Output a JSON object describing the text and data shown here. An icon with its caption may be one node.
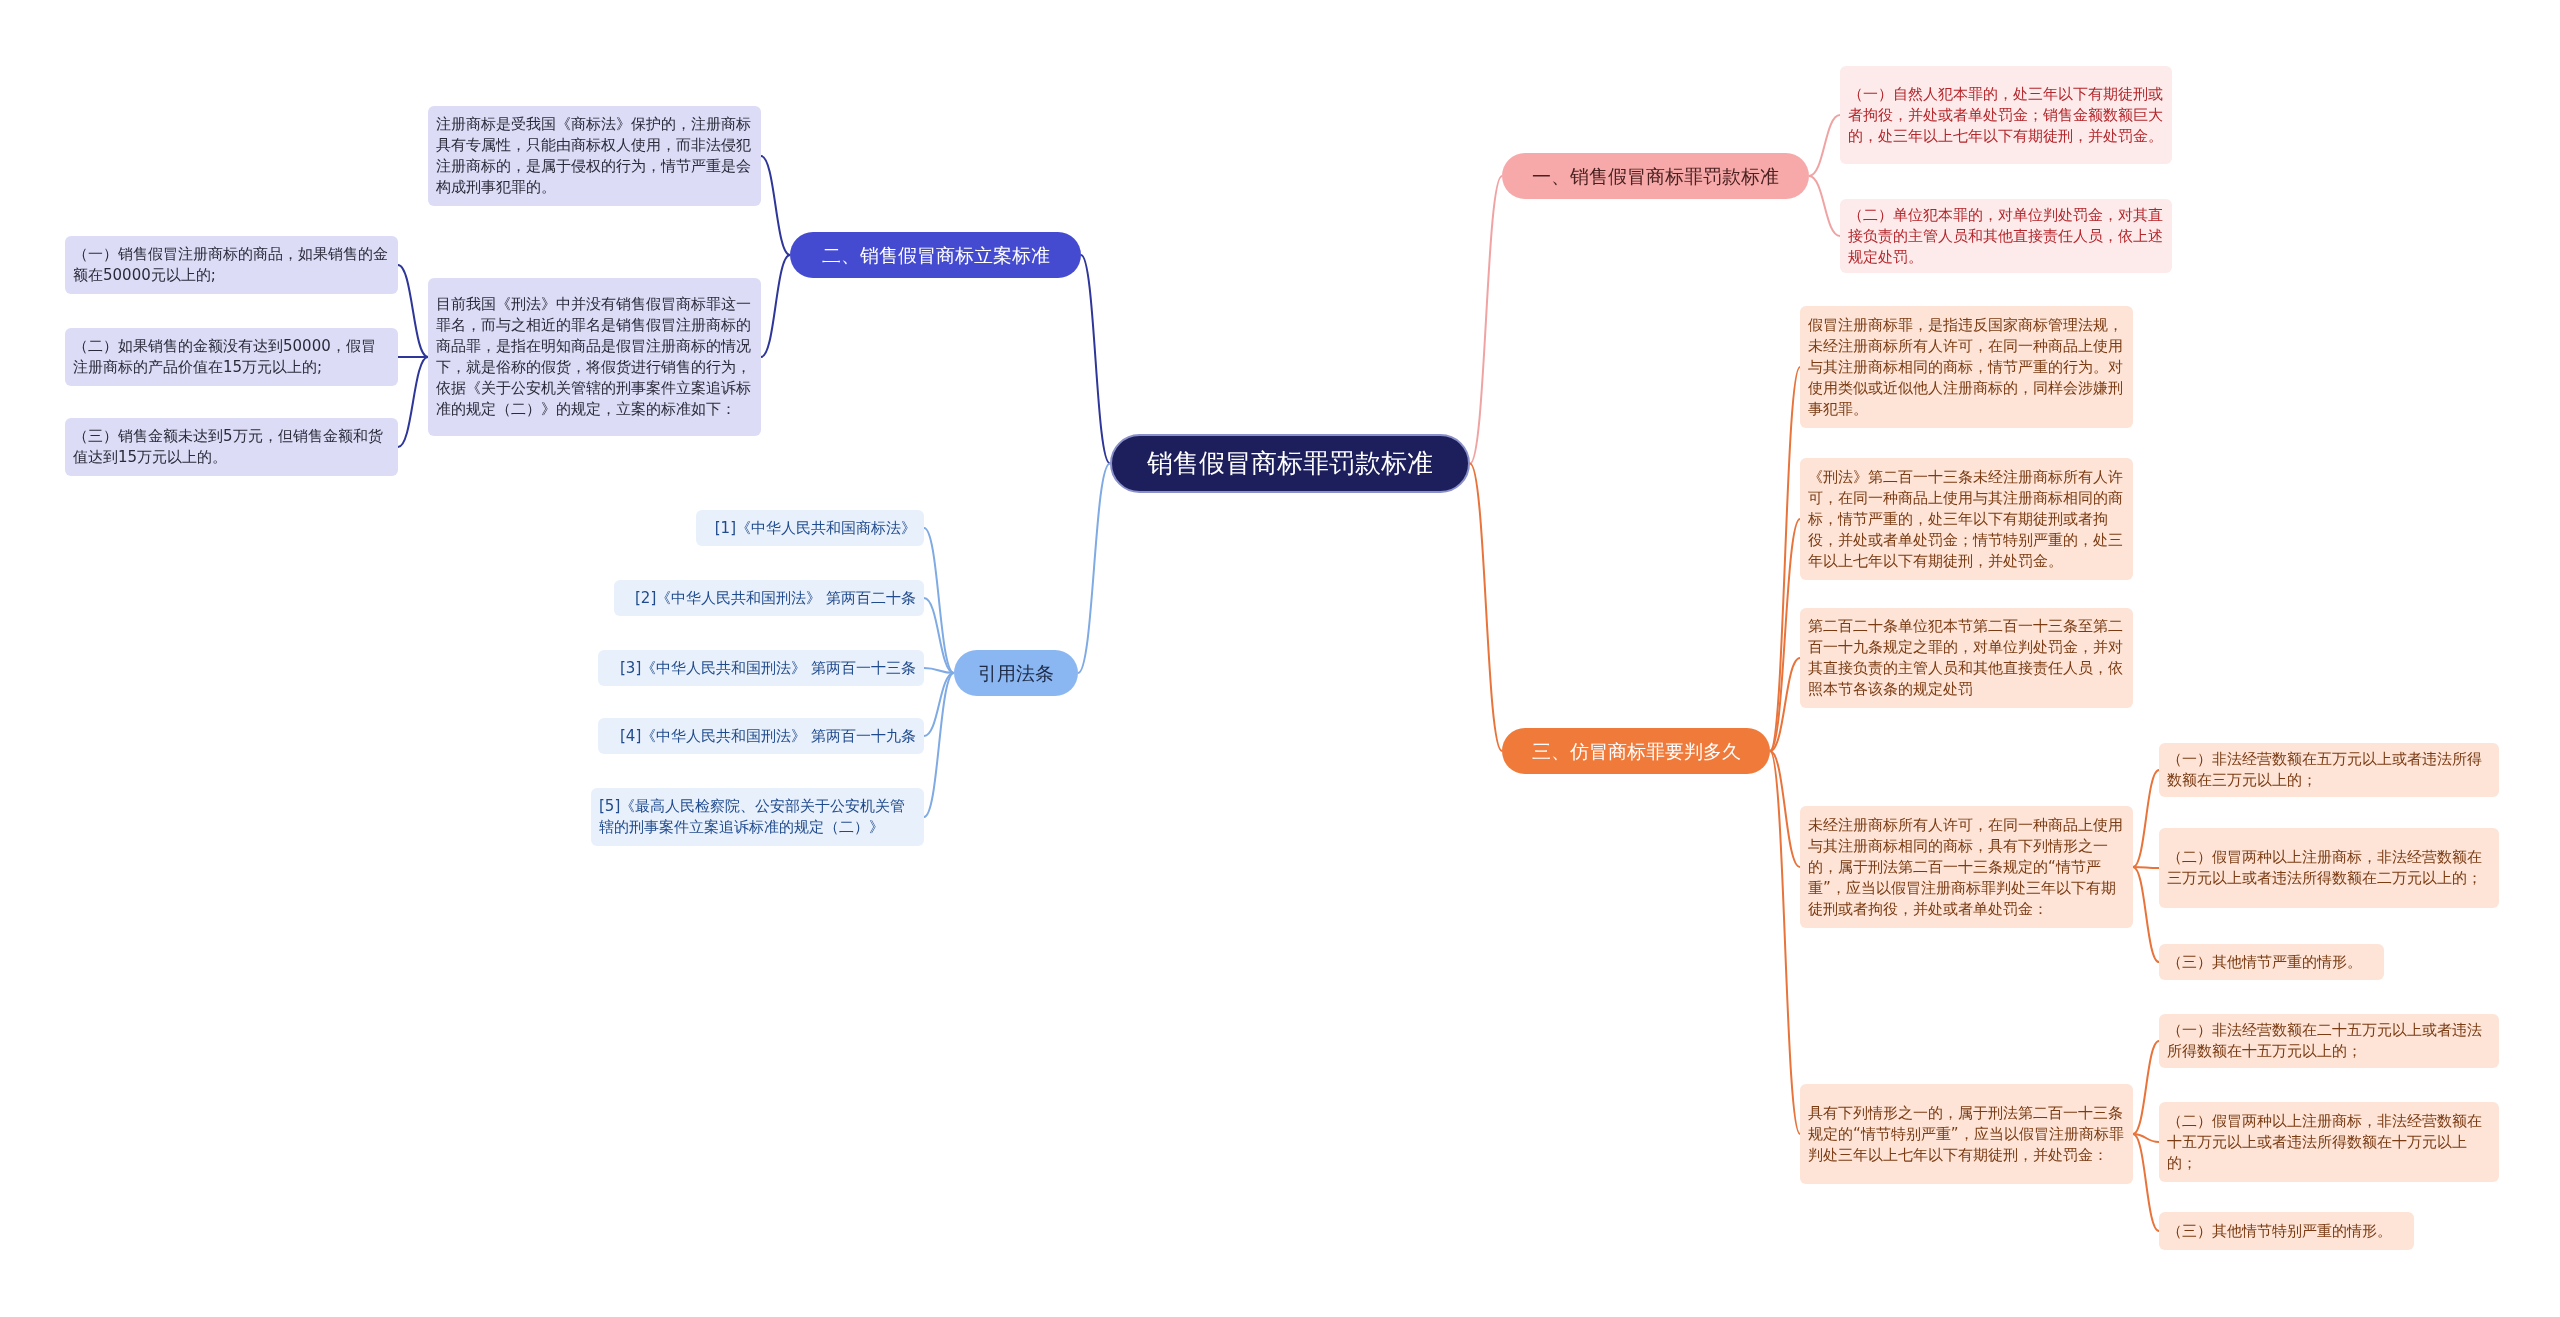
{
  "diagram": {
    "nodes": [
      {
        "text": [
          "销售假冒商标罪罚款标准"
        ]
      },
      {
        "text": [
          "一、销售假冒商标罪罚款标准"
        ]
      },
      {
        "text": [
          "（一）自然人犯本罪的，处三年以下有期徒刑或者拘役，并处或者单处罚金；销售金额数额巨大的，处三年以上七年以下有期徒刑，并处罚金。"
        ]
      },
      {
        "text": [
          "（二）单位犯本罪的，对单位判处罚金，对其直接负责的主管人员和其他直接责任人员，依上述规定处罚。"
        ]
      },
      {
        "text": [
          "三、仿冒商标罪要判多久"
        ]
      },
      {
        "text": [
          "假冒注册商标罪，是指违反国家商标管理法规，未经注册商标所有人许可，在同一种商品上使用与其注册商标相同的商标，情节严重的行为。对使用类似或近似他人注册商标的，同样会涉嫌刑事犯罪。"
        ]
      },
      {
        "text": [
          "《刑法》第二百一十三条未经注册商标所有人许可，在同一种商品上使用与其注册商标相同的商标，情节严重的，处三年以下有期徒刑或者拘役，并处或者单处罚金；情节特别严重的，处三年以上七年以下有期徒刑，并处罚金。"
        ]
      },
      {
        "text": [
          "第二百二十条单位犯本节第二百一十三条至第二百一十九条规定之罪的，对单位判处罚金，并对其直接负责的主管人员和其他直接责任人员，依照本节各该条的规定处罚"
        ]
      },
      {
        "text": [
          "未经注册商标所有人许可，在同一种商品上使用与其注册商标相同的商标，具有下列情形之一的，属于刑法第二百一十三条规定的“情节严重”，应当以假冒注册商标罪判处三年以下有期徒刑或者拘役，并处或者单处罚金："
        ]
      },
      {
        "text": [
          "（一）非法经营数额在五万元以上或者违法所得数额在三万元以上的；"
        ]
      },
      {
        "text": [
          "（二）假冒两种以上注册商标，非法经营数额在三万元以上或者违法所得数额在二万元以上的；"
        ]
      },
      {
        "text": [
          "（三）其他情节严重的情形。"
        ]
      },
      {
        "text": [
          "具有下列情形之一的，属于刑法第二百一十三条规定的“情节特别严重”，应当以假冒注册商标罪判处三年以上七年以下有期徒刑，并处罚金："
        ]
      },
      {
        "text": [
          "（一）非法经营数额在二十五万元以上或者违法所得数额在十五万元以上的；"
        ]
      },
      {
        "text": [
          "（二）假冒两种以上注册商标，非法经营数额在十五万元以上或者违法所得数额在十万元以上的；"
        ]
      },
      {
        "text": [
          "（三）其他情节特别严重的情形。"
        ]
      },
      {
        "text": [
          "二、销售假冒商标立案标准"
        ]
      },
      {
        "text": [
          "注册商标是受我国《商标法》保护的，注册商标具有专属性，只能由商标权人使用，而非法侵犯注册商标的，是属于侵权的行为，情节严重是会构成刑事犯罪的。"
        ]
      },
      {
        "text": [
          "目前我国《刑法》中并没有销售假冒商标罪这一罪名，而与之相近的罪名是销售假冒注册商标的商品罪，是指在明知商品是假冒注册商标的情况下，就是俗称的假货，将假货进行销售的行为，依据《关于公安机关管辖的刑事案件立案追诉标准的规定（二）》的规定，立案的标准如下："
        ]
      },
      {
        "text": [
          "（一）销售假冒注册商标的商品，如果销售的金额在50000元以上的;"
        ]
      },
      {
        "text": [
          "（二）如果销售的金额没有达到50000，假冒注册商标的产品价值在15万元以上的;"
        ]
      },
      {
        "text": [
          "（三）销售金额未达到5万元，但销售金额和货值达到15万元以上的。"
        ]
      },
      {
        "text": [
          "引用法条"
        ]
      },
      {
        "text": [
          "[1]《中华人民共和国商标法》"
        ]
      },
      {
        "text": [
          "[2]《中华人民共和国刑法》 第两百二十条"
        ]
      },
      {
        "text": [
          "[3]《中华人民共和国刑法》 第两百一十三条"
        ]
      },
      {
        "text": [
          "[4]《中华人民共和国刑法》 第两百一十九条"
        ]
      },
      {
        "text": [
          "[5]《最高人民检察院、公安部关于公安机关管辖的刑事案件立案追诉标准的规定（二）》"
        ]
      }
    ],
    "edges": [
      {
        "from": 0,
        "to": 1,
        "arrow": "none",
        "color": "#f0a3a3"
      },
      {
        "from": 1,
        "to": 2,
        "arrow": "none",
        "color": "#f0a3a3"
      },
      {
        "from": 1,
        "to": 3,
        "arrow": "none",
        "color": "#f0a3a3"
      },
      {
        "from": 0,
        "to": 4,
        "arrow": "none"
      },
      {
        "from": 4,
        "to": 5,
        "arrow": "none"
      },
      {
        "from": 4,
        "to": 6,
        "arrow": "none"
      },
      {
        "from": 4,
        "to": 7,
        "arrow": "none"
      },
      {
        "from": 4,
        "to": 8,
        "arrow": "none"
      },
      {
        "from": 8,
        "to": 9,
        "arrow": "none"
      },
      {
        "from": 8,
        "to": 10,
        "arrow": "none"
      },
      {
        "from": 8,
        "to": 11,
        "arrow": "none"
      },
      {
        "from": 4,
        "to": 12,
        "arrow": "none"
      },
      {
        "from": 12,
        "to": 13,
        "arrow": "none"
      },
      {
        "from": 12,
        "to": 14,
        "arrow": "none"
      },
      {
        "from": 12,
        "to": 15,
        "arrow": "none"
      },
      {
        "from": 0,
        "to": 16,
        "arrow": "none",
        "color": "#2e3799"
      },
      {
        "from": 16,
        "to": 17,
        "arrow": "none",
        "color": "#2e3799"
      },
      {
        "from": 16,
        "to": 18,
        "arrow": "none",
        "color": "#2e3799"
      },
      {
        "from": 18,
        "to": 19,
        "arrow": "none",
        "color": "#2e3799"
      },
      {
        "from": 18,
        "to": 20,
        "arrow": "none",
        "color": "#2e3799"
      },
      {
        "from": 18,
        "to": 21,
        "arrow": "none",
        "color": "#2e3799"
      },
      {
        "from": 0,
        "to": 22,
        "arrow": "none",
        "color": "#7faae3"
      },
      {
        "from": 22,
        "to": 23,
        "arrow": "none",
        "color": "#7faae3"
      },
      {
        "from": 22,
        "to": 24,
        "arrow": "none",
        "color": "#7faae3"
      },
      {
        "from": 22,
        "to": 25,
        "arrow": "none",
        "color": "#7faae3"
      },
      {
        "from": 22,
        "to": 26,
        "arrow": "none",
        "color": "#7faae3"
      },
      {
        "from": 22,
        "to": 27,
        "arrow": "none",
        "color": "#7faae3"
      }
    ]
  }
}
